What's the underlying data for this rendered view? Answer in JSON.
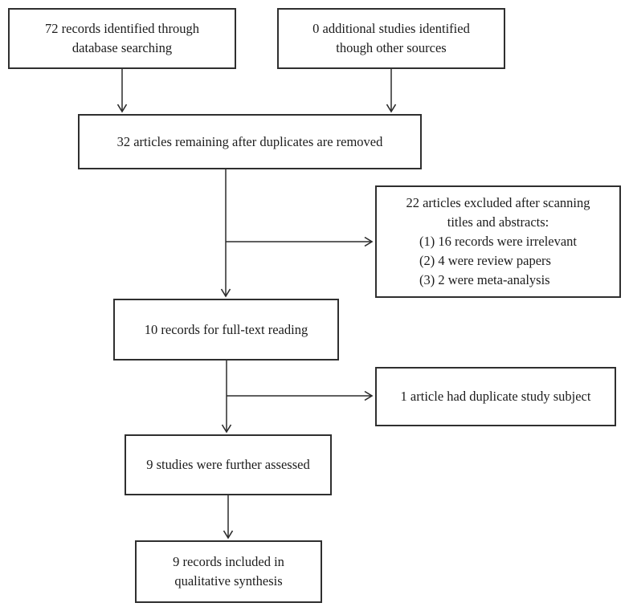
{
  "colors": {
    "line": "#2b2b2b",
    "text": "#1c1c1c",
    "background": "#ffffff"
  },
  "boxes": {
    "records_identified": {
      "line1": "72 records identified through",
      "line2": "database searching"
    },
    "additional_studies": {
      "line1": "0 additional studies identified",
      "line2": "though other sources"
    },
    "after_duplicates": {
      "text": "32 articles remaining after duplicates are removed"
    },
    "excluded_scanning": {
      "line1": "22 articles excluded after scanning",
      "line2": "titles and abstracts:",
      "items": [
        "(1) 16 records were irrelevant",
        "(2) 4 were review papers",
        "(3) 2 were meta-analysis"
      ]
    },
    "full_text_reading": {
      "text": "10 records for full-text reading"
    },
    "duplicate_subject": {
      "text": "1 article had duplicate study subject"
    },
    "further_assessed": {
      "text": "9 studies were further assessed"
    },
    "qualitative_synthesis": {
      "line1": "9 records included in",
      "line2": "qualitative synthesis"
    }
  }
}
